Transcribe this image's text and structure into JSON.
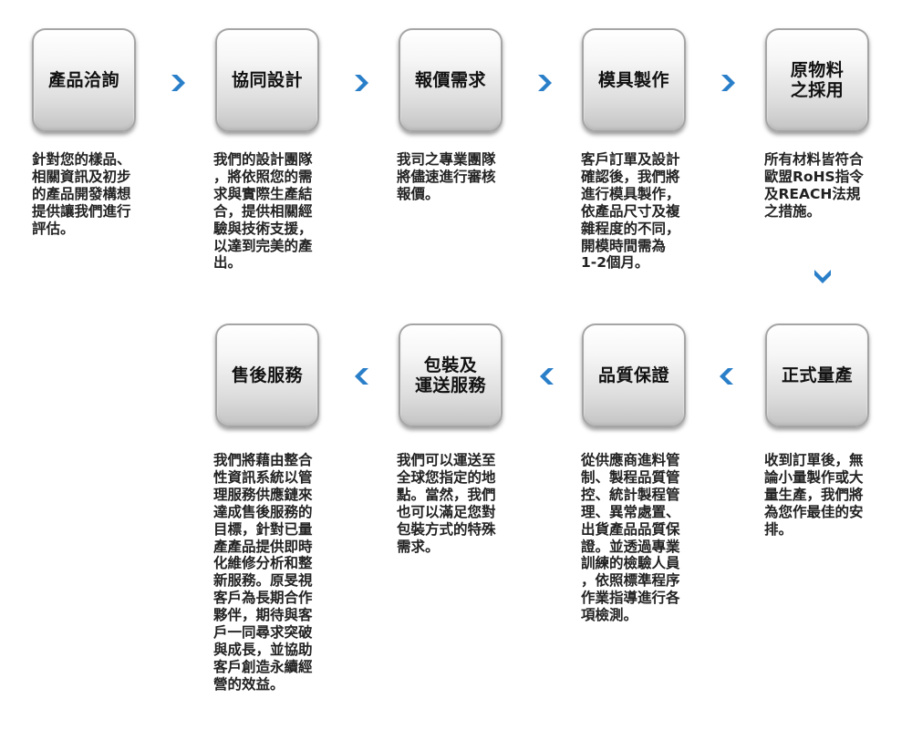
{
  "steps": [
    {
      "title": "產品洽詢",
      "desc": "針對您的樣品、\n相關資訊及初步\n的產品開發構想\n提供讓我們進行\n評估。"
    },
    {
      "title": "協同設計",
      "desc": "我們的設計團隊\n，將依照您的需\n求與實際生產結\n合，提供相關經\n驗與技術支援，\n以達到完美的產\n出。"
    },
    {
      "title": "報價需求",
      "desc": "我司之專業團隊\n將儘速進行審核\n報價。"
    },
    {
      "title": "模具製作",
      "desc": "客戶訂單及設計\n確認後，我們將\n進行模具製作，\n依產品尺寸及複\n雜程度的不同，\n開模時間需為\n1-2個月。"
    },
    {
      "title": "原物料\n之採用",
      "desc": "所有材料皆符合\n歐盟RoHS指令\n及REACH法規\n之措施。"
    },
    {
      "title": "正式量產",
      "desc": "收到訂單後，無\n論小量製作或大\n量生產，我們將\n為您作最佳的安\n排。"
    },
    {
      "title": "品質保證",
      "desc": "從供應商進料管\n制、製程品質管\n控、統計製程管\n理、異常處置、\n出貨產品品質保\n證。並透過專業\n訓練的檢驗人員\n，依照標準程序\n作業指導進行各\n項檢測。"
    },
    {
      "title": "包裝及\n運送服務",
      "desc": "我們可以運送至\n全球您指定的地\n點。當然，我們\n也可以滿足您對\n包裝方式的特殊\n需求。"
    },
    {
      "title": "售後服務",
      "desc": "我們將藉由整合\n性資訊系統以管\n理服務供應鏈來\n達成售後服務的\n目標，針對已量\n產產品提供即時\n化維修分析和整\n新服務。原旻視\n客戶為長期合作\n夥伴，期待與客\n戶一同尋求突破\n與成長，並協助\n客戶創造永續經\n營的效益。"
    }
  ],
  "colors": {
    "arrow": "#2a7fc9",
    "box_border": "#a5a5a5",
    "text": "#222222"
  },
  "icons": {
    "arrow_right": "chevron-right-icon",
    "arrow_down": "chevron-down-icon",
    "arrow_left": "chevron-left-icon"
  }
}
